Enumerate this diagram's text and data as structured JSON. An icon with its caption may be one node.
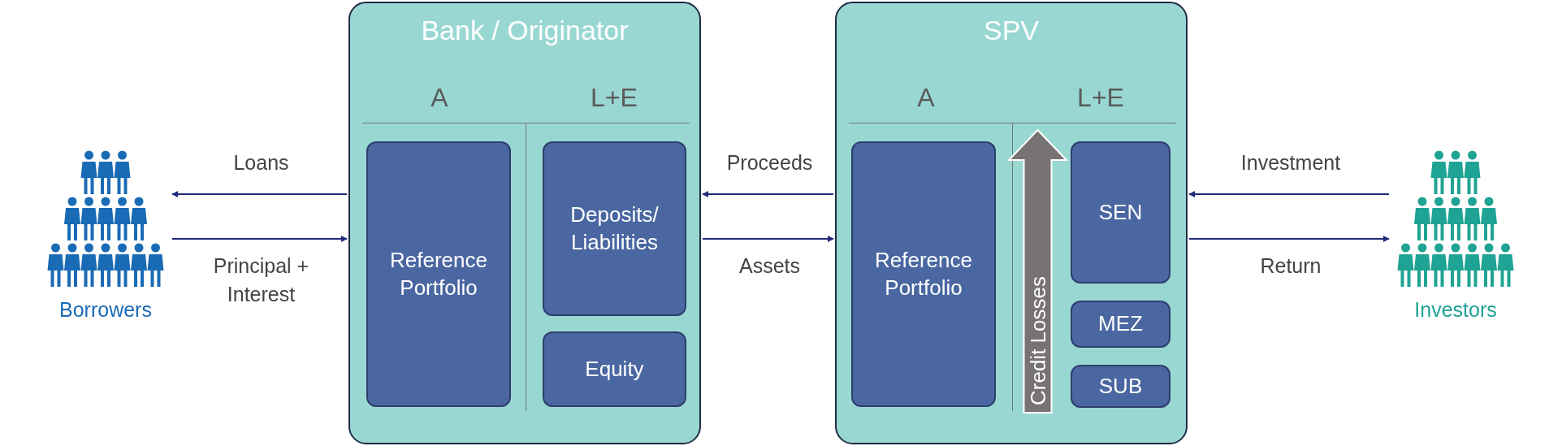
{
  "diagram": {
    "nodes": [
      {
        "text": [
          "Borrowers"
        ]
      },
      {
        "text": [
          "Bank / Originator"
        ]
      },
      {
        "text": [
          "Reference Portfolio"
        ],
        "in": 1
      },
      {
        "text": [
          "Deposits/ Liabilities"
        ],
        "in": 1
      },
      {
        "text": [
          "Equity"
        ],
        "in": 1
      },
      {
        "text": [
          "SPV"
        ]
      },
      {
        "text": [
          "Reference Portfolio"
        ],
        "in": 5
      },
      {
        "text": [
          "SEN"
        ],
        "in": 5
      },
      {
        "text": [
          "MEZ"
        ],
        "in": 5
      },
      {
        "text": [
          "SUB"
        ],
        "in": 5
      },
      {
        "text": [
          "Credit Losses"
        ],
        "in": 5
      },
      {
        "text": [
          "Investors"
        ]
      }
    ],
    "edges": [
      {
        "from": 1,
        "to": 0,
        "arrow": "to",
        "label": "Loans"
      },
      {
        "from": 0,
        "to": 1,
        "arrow": "to",
        "label": "Principal + Interest"
      },
      {
        "from": 5,
        "to": 1,
        "arrow": "to",
        "label": "Proceeds"
      },
      {
        "from": 1,
        "to": 5,
        "arrow": "to",
        "label": "Assets"
      },
      {
        "from": 11,
        "to": 5,
        "arrow": "to",
        "label": "Investment"
      },
      {
        "from": 5,
        "to": 11,
        "arrow": "to",
        "label": "Return"
      }
    ],
    "labels": [
      "A",
      "L+E",
      "A",
      "L+E"
    ]
  }
}
